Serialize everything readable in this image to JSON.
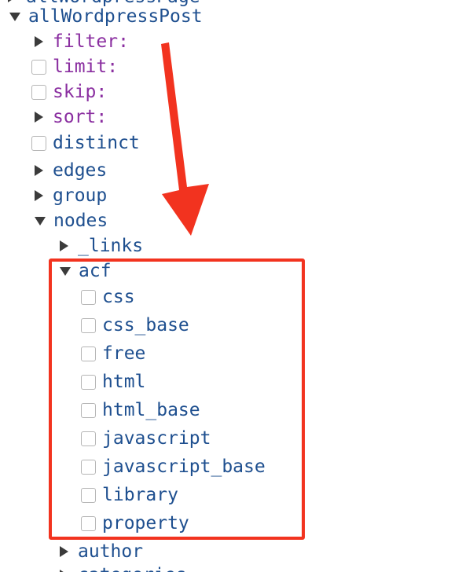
{
  "tree": {
    "top_partial": "allWordpressPage",
    "root": "allWordpressPost",
    "args": {
      "filter": "filter:",
      "limit": "limit:",
      "skip": "skip:",
      "sort": "sort:"
    },
    "fields": {
      "distinct": "distinct",
      "edges": "edges",
      "group": "group",
      "nodes": "nodes",
      "links": "_links",
      "acf": "acf",
      "author": "author",
      "categories": "categories"
    },
    "acf_children": [
      "css",
      "css_base",
      "free",
      "html",
      "html_base",
      "javascript",
      "javascript_base",
      "library",
      "property"
    ]
  },
  "annotation": {
    "color": "#f2331f"
  },
  "colors": {
    "field": "#1e4f8f",
    "argument": "#8a2ea0"
  }
}
